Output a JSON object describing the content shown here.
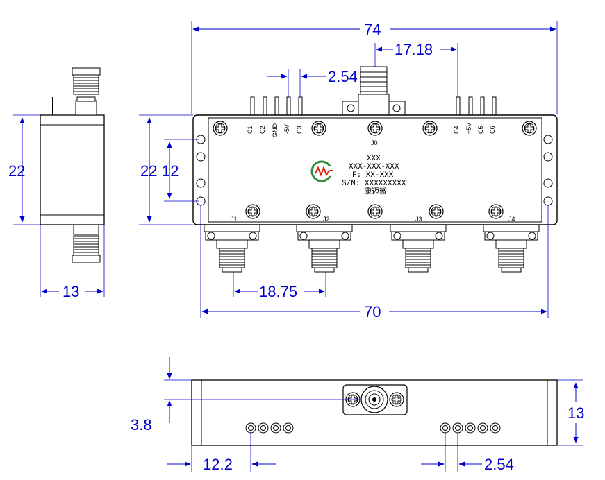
{
  "dimensions": {
    "total_length": "74",
    "top_offset": "17.18",
    "pin_pitch_top": "2.54",
    "side_height": "22",
    "front_height_a": "22",
    "front_height_b": "12",
    "side_width": "13",
    "port_pitch": "18.75",
    "base_length": "70",
    "bottom_offset": "3.8",
    "bottom_height": "13",
    "bottom_left": "12.2",
    "pin_pitch_bottom": "2.54"
  },
  "pins": {
    "left": [
      "C1",
      "C2",
      "GND",
      "-5V",
      "C3"
    ],
    "right": [
      "C4",
      "+5V",
      "C5",
      "C6"
    ]
  },
  "ports": {
    "input": "J0",
    "outputs": [
      "J1",
      "J2",
      "J3",
      "J4"
    ]
  },
  "label": {
    "line1": "XXX",
    "line2": "XXX-XXX-XXX",
    "line3": "F: XX-XXX",
    "line4": "S/N: XXXXXXXXX",
    "line5": "康迈微"
  },
  "colors": {
    "dimension": "#0000cc",
    "outline": "#000000",
    "logo_red": "#d81e06",
    "logo_green": "#2e8b3a"
  }
}
